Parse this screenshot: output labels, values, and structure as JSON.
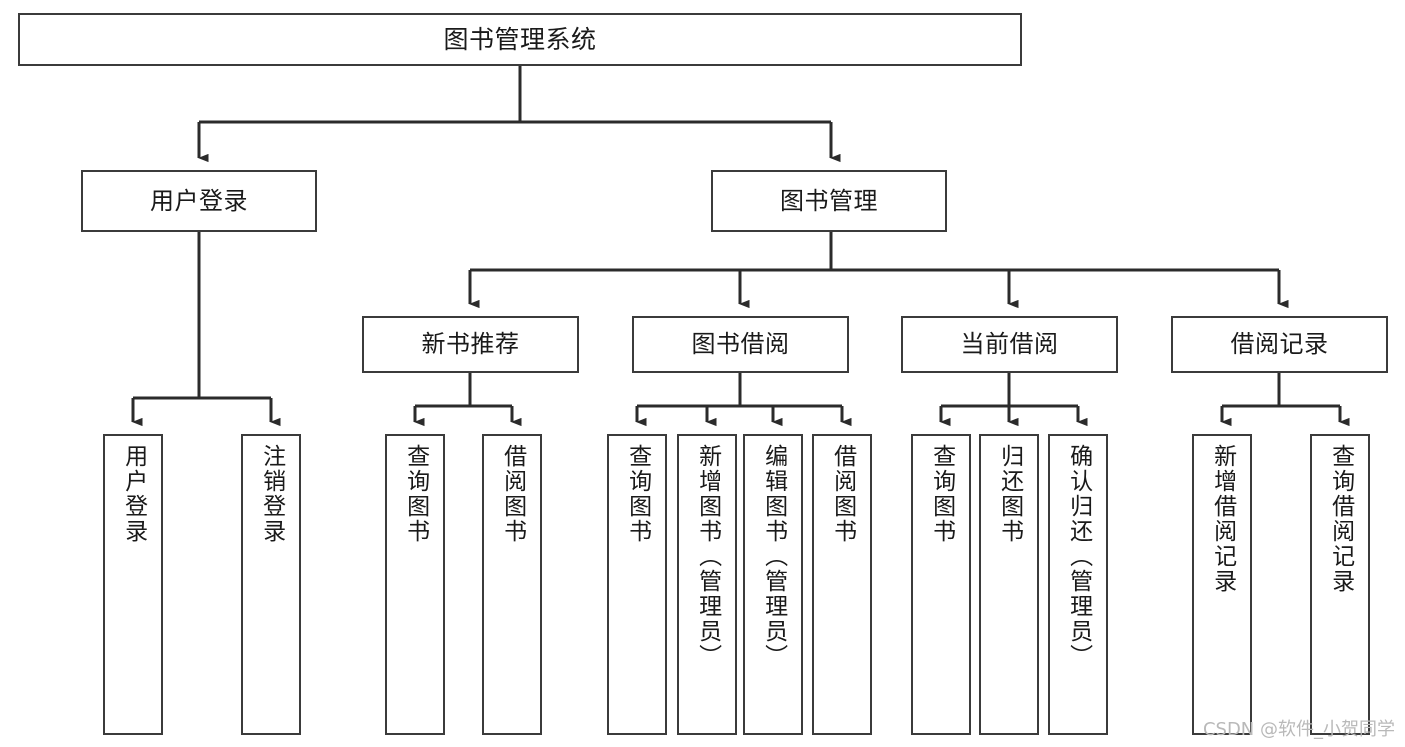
{
  "diagram": {
    "title": "图书管理系统",
    "type": "tree-hierarchy-chart",
    "colors": {
      "box_border": "#3b3b3b",
      "box_fill": "#ffffff",
      "connector": "#2b2b2b",
      "background": "#ffffff",
      "watermark": "#b9b9b9"
    },
    "root": {
      "label": "图书管理系统"
    },
    "level2": [
      {
        "label": "用户登录"
      },
      {
        "label": "图书管理"
      }
    ],
    "level3": [
      {
        "label": "新书推荐"
      },
      {
        "label": "图书借阅"
      },
      {
        "label": "当前借阅"
      },
      {
        "label": "借阅记录"
      }
    ],
    "leaves": {
      "user_login": [
        {
          "label": "用户登录"
        },
        {
          "label": "注销登录"
        }
      ],
      "new_book_recommend": [
        {
          "label": "查询图书"
        },
        {
          "label": "借阅图书"
        }
      ],
      "book_borrow": [
        {
          "label": "查询图书"
        },
        {
          "label": "新增图书（管理员）"
        },
        {
          "label": "编辑图书（管理员）"
        },
        {
          "label": "借阅图书"
        }
      ],
      "current_borrow": [
        {
          "label": "查询图书"
        },
        {
          "label": "归还图书"
        },
        {
          "label": "确认归还（管理员）"
        }
      ],
      "borrow_record": [
        {
          "label": "新增借阅记录"
        },
        {
          "label": "查询借阅记录"
        }
      ]
    }
  },
  "watermark": {
    "text": "CSDN @软件_小贺同学"
  }
}
